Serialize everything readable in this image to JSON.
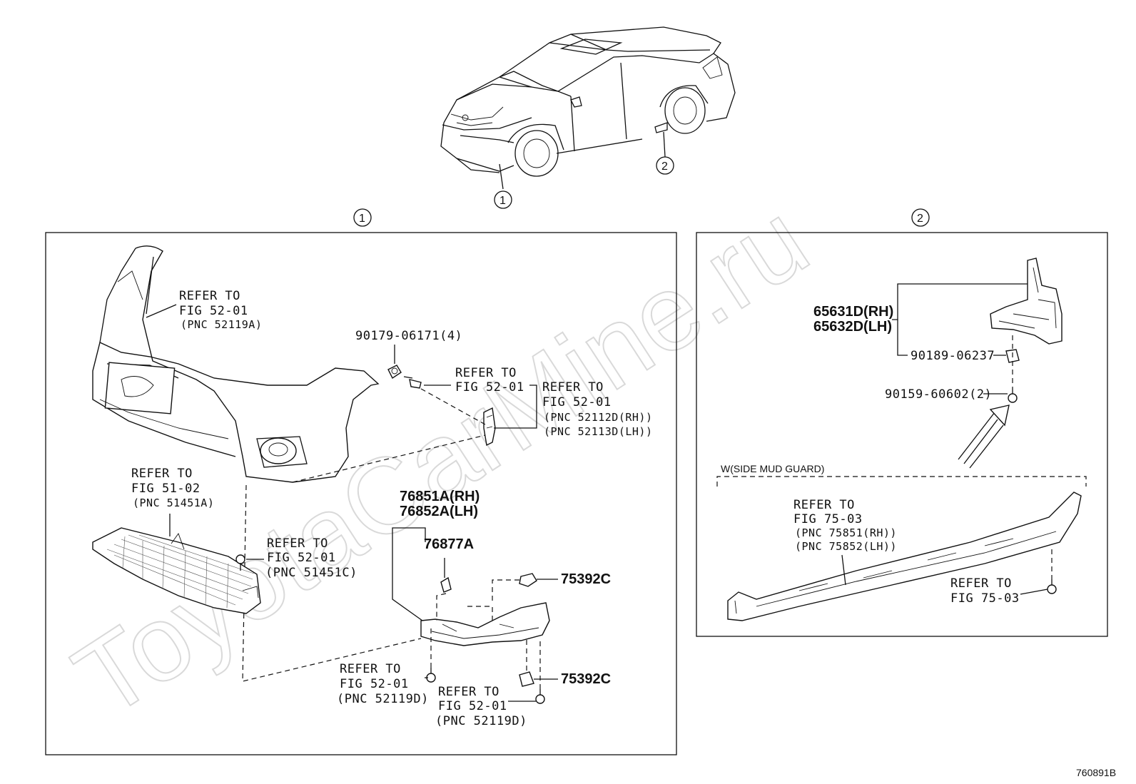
{
  "watermark": "ToyotaCarMine.ru",
  "figure_id": "760891B",
  "callouts": {
    "one": "1",
    "two": "2"
  },
  "panel1": {
    "bumper_ref": [
      "REFER TO",
      "FIG 52-01",
      "(PNC 52119A)"
    ],
    "clip_4": "90179-06171(4)",
    "ref_upper": [
      "REFER TO",
      "FIG 52-01"
    ],
    "ref_bracket": [
      "REFER TO",
      "FIG 52-01",
      "(PNC 52112D(RH))",
      "(PNC 52113D(LH))"
    ],
    "ref_under": [
      "REFER TO",
      "FIG 51-02",
      "(PNC 51451A)"
    ],
    "ref_bolt": [
      "REFER TO",
      "FIG 52-01",
      "(PNC 51451C)"
    ],
    "spoiler_rh": "76851A(RH)",
    "spoiler_lh": "76852A(LH)",
    "part_76877A": "76877A",
    "clip_75392C_a": "75392C",
    "clip_75392C_b": "75392C",
    "ref_screw_a": [
      "REFER TO",
      "FIG 52-01",
      "(PNC 52119D)"
    ],
    "ref_screw_b": [
      "REFER TO",
      "FIG 52-01",
      "(PNC 52119D)"
    ]
  },
  "panel2": {
    "mudguard_rh": "65631D(RH)",
    "mudguard_lh": "65632D(LH)",
    "clip_90189": "90189-06237",
    "screw_90159": "90159-60602(2)",
    "side_mud_guard": "W(SIDE MUD GUARD)",
    "ref_sill": [
      "REFER TO",
      "FIG 75-03",
      "(PNC 75851(RH))",
      "(PNC 75852(LH))"
    ],
    "ref_fig": [
      "REFER TO",
      "FIG 75-03"
    ]
  }
}
